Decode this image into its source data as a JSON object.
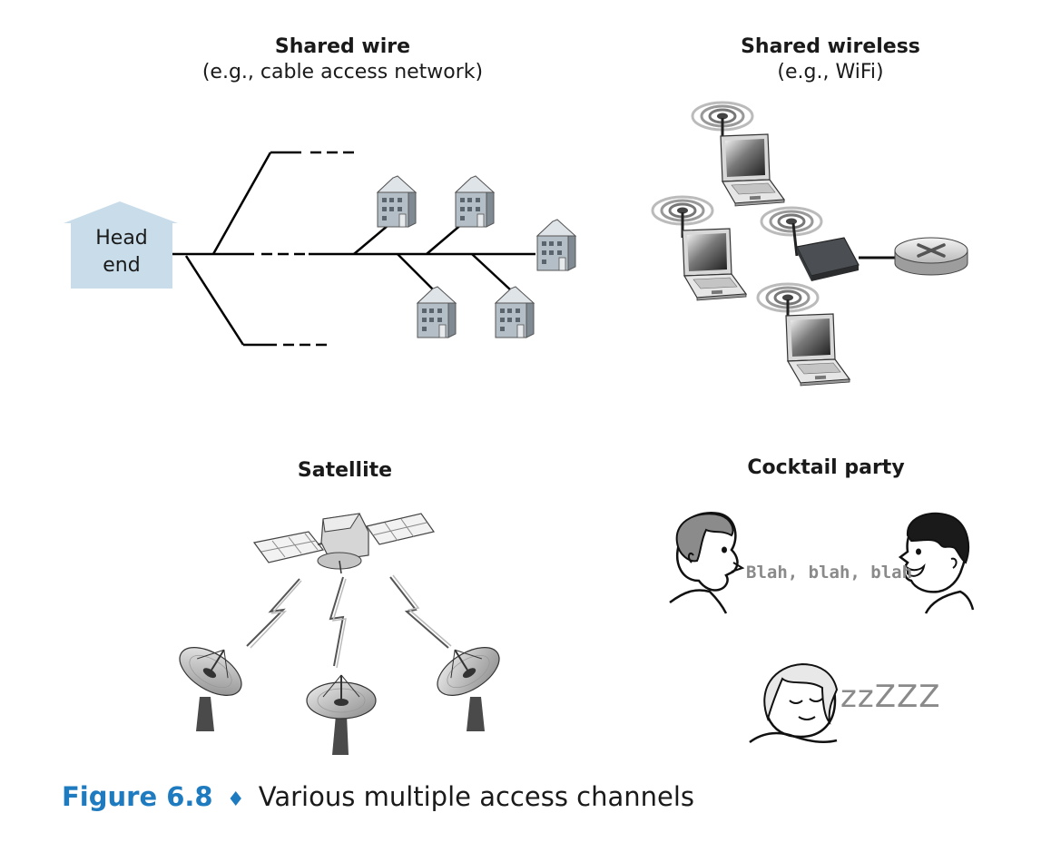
{
  "panels": {
    "shared_wire": {
      "title": "Shared wire",
      "subtitle": "(e.g., cable access network)",
      "headend_line1": "Head",
      "headend_line2": "end"
    },
    "shared_wireless": {
      "title": "Shared wireless",
      "subtitle": "(e.g., WiFi)"
    },
    "satellite": {
      "title": "Satellite"
    },
    "cocktail": {
      "title": "Cocktail party",
      "speech": "Blah, blah, blah",
      "snore": "zzZZZ"
    }
  },
  "caption": {
    "number": "Figure 6.8",
    "separator": "♦",
    "text": "Various multiple access channels"
  },
  "colors": {
    "headend_fill": "#c8dcea",
    "caption_blue": "#1e7bbf",
    "house_fill": "#a9b3bb",
    "device_dark": "#3a3d40"
  }
}
